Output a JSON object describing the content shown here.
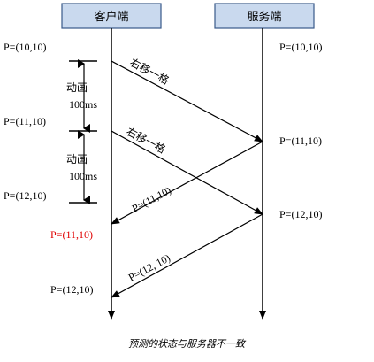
{
  "actors": {
    "client": "客户端",
    "server": "服务端"
  },
  "client_labels": [
    {
      "text": "P=(10,10)",
      "color": "#000000"
    },
    {
      "text": "P=(11,10)",
      "color": "#000000"
    },
    {
      "text": "P=(12,10)",
      "color": "#000000"
    },
    {
      "text": "P=(11,10)",
      "color": "#e00000"
    },
    {
      "text": "P=(12,10)",
      "color": "#000000"
    }
  ],
  "server_labels": [
    {
      "text": "P=(10,10)"
    },
    {
      "text": "P=(11,10)"
    },
    {
      "text": "P=(12,10)"
    }
  ],
  "intervals": [
    {
      "label_top": "动画",
      "label_bottom": "100ms"
    },
    {
      "label_top": "动画",
      "label_bottom": "100ms"
    }
  ],
  "messages": [
    {
      "text": "右移一格"
    },
    {
      "text": "右移一格"
    },
    {
      "text": "P=(11,10)"
    },
    {
      "text": "P=(12, 10)"
    }
  ],
  "caption": "预测的状态与服务器不一致"
}
